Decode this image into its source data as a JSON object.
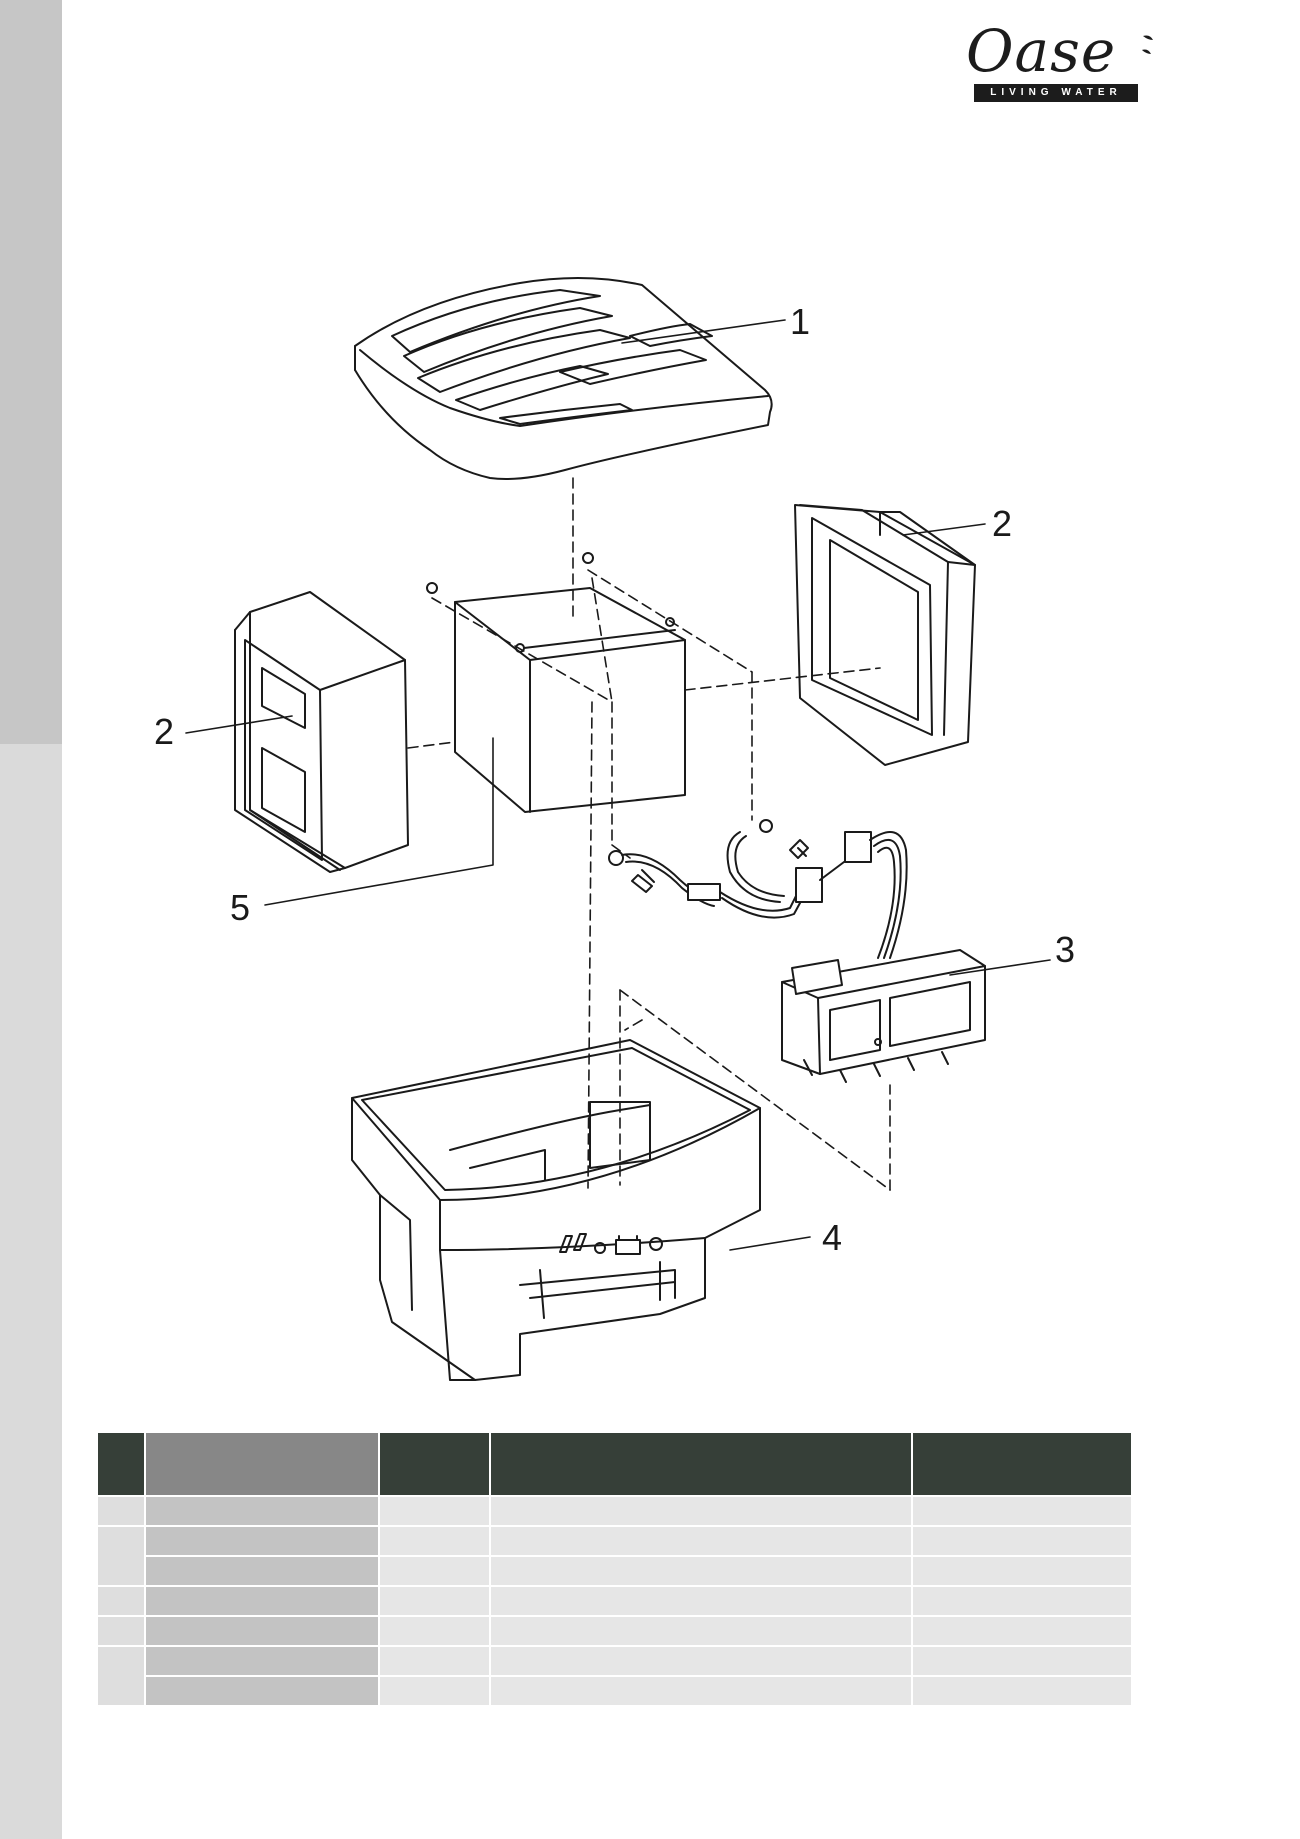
{
  "logo": {
    "wordmark": "Oase",
    "tagline": "LIVING WATER"
  },
  "diagram": {
    "callouts": [
      {
        "id": "lid",
        "label": "1"
      },
      {
        "id": "side-panel-right",
        "label": "2"
      },
      {
        "id": "side-panel-left",
        "label": "2"
      },
      {
        "id": "control-unit",
        "label": "3"
      },
      {
        "id": "base-housing",
        "label": "4"
      },
      {
        "id": "battery",
        "label": "5"
      }
    ]
  },
  "parts_table": {
    "columns": 5,
    "body_rows": 7
  },
  "colors": {
    "header_dark": "#363f38",
    "header_grey": "#878787",
    "row_light": "#e6e6e6",
    "row_mid": "#c3c3c3",
    "side_strip": "#c6c6c6"
  }
}
